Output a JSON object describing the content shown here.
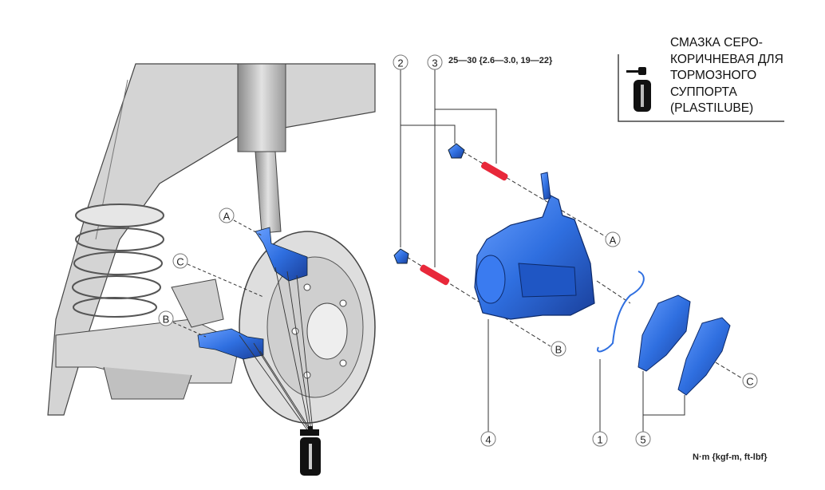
{
  "legend": {
    "lines": [
      "СМАЗКА СЕРО-",
      "КОРИЧНЕВАЯ ДЛЯ",
      "ТОРМОЗНОГО",
      "СУППОРТА",
      "(PLASTILUBE)"
    ],
    "icon": "grease-spray-can-icon"
  },
  "torque_spec": "25—30 {2.6—3.0, 19—22}",
  "units": "N·m {kgf-m, ft-lbf}",
  "callouts": {
    "c1": "1",
    "c2": "2",
    "c3": "3",
    "c4": "4",
    "c5": "5"
  },
  "points": {
    "A": "A",
    "B": "B",
    "C": "C"
  },
  "colors": {
    "part_blue": "#2f6fe0",
    "bolt_red": "#e8283a",
    "body_gray": "#c8c8c8",
    "line": "#333333"
  }
}
